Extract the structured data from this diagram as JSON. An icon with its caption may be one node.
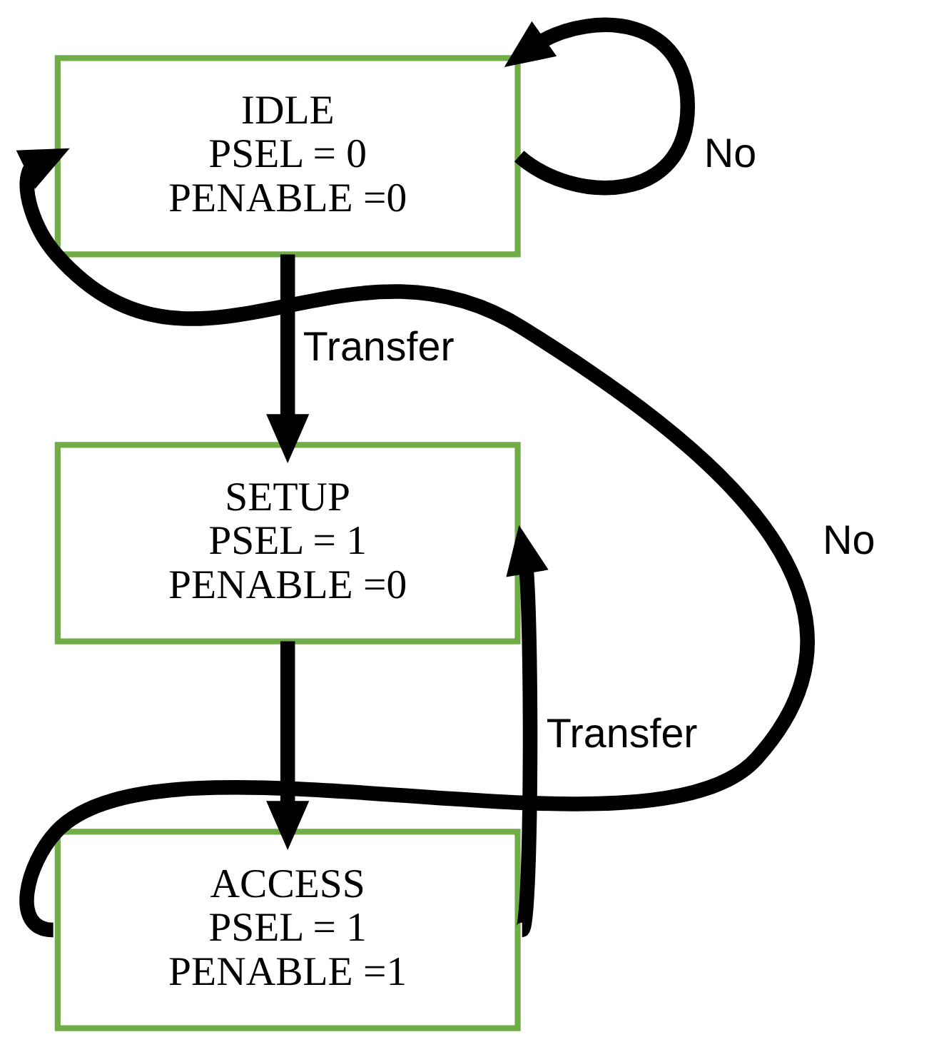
{
  "diagram": {
    "nodes": [
      {
        "text": [
          "IDLE",
          "PSEL = 0",
          "PENABLE =0"
        ]
      },
      {
        "text": [
          "SETUP",
          "PSEL = 1",
          "PENABLE =0"
        ]
      },
      {
        "text": [
          "ACCESS",
          "PSEL = 1",
          "PENABLE =1"
        ]
      }
    ],
    "edges": [
      {
        "from": 0,
        "to": 0,
        "arrow": "to",
        "label": "No"
      },
      {
        "from": 0,
        "to": 1,
        "arrow": "to",
        "label": "Transfer"
      },
      {
        "from": 1,
        "to": 2,
        "arrow": "to"
      },
      {
        "from": 2,
        "to": 0,
        "arrow": "to",
        "label": "No"
      },
      {
        "from": 2,
        "to": 1,
        "arrow": "to",
        "label": "Transfer"
      }
    ]
  }
}
